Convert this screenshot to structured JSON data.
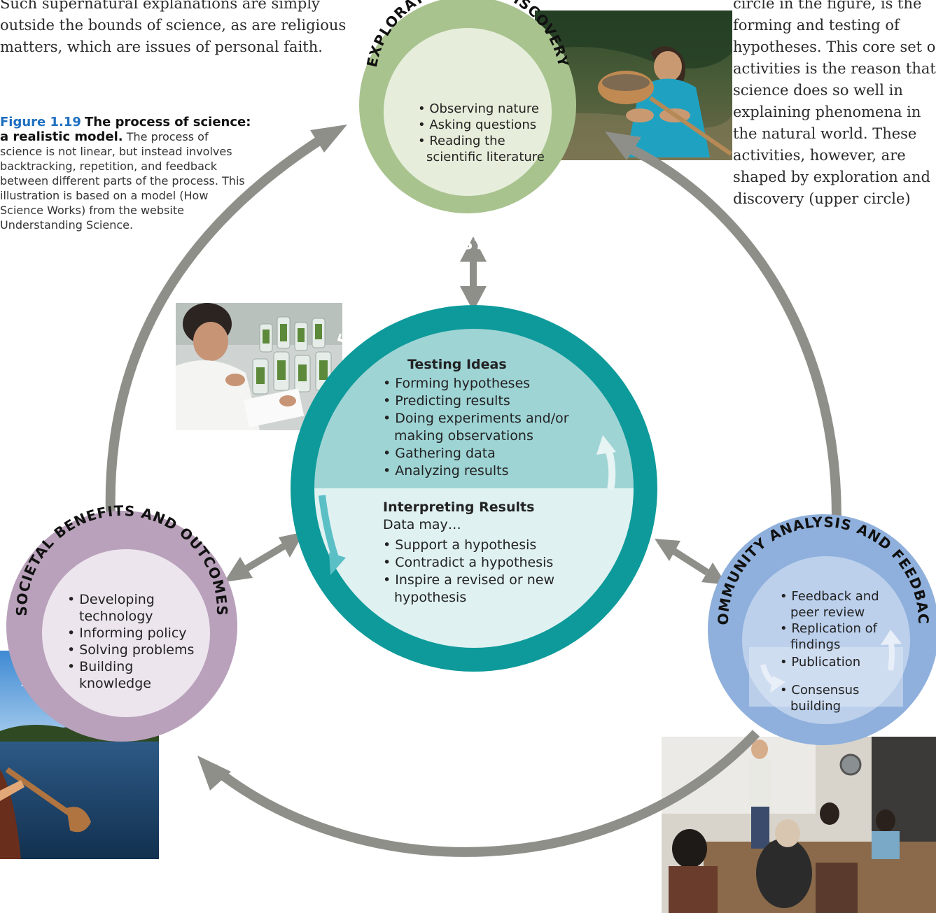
{
  "intro_text": "Such supernatural explanations are simply outside the bounds of science, as are religious matters, which are issues of personal faith.",
  "side_text": "circle in the figure, is the forming and testing of hypotheses. This core set of activities is the reason that science does so well in explaining phenomena in the natural world. These activities, however, are shaped by exploration and discovery (upper circle)",
  "caption": {
    "label": "Figure 1.19",
    "title": "The process of science: a realistic model.",
    "text": "The process of science is not linear, but instead involves backtracking, repetition, and feedback between different parts of the process. This illustration is based on a model (How Science Works) from the website Understanding Science."
  },
  "circles": {
    "exploration": {
      "title": "EXPLORATION AND DISCOVERY",
      "items": [
        "• Observing nature",
        "• Asking questions",
        "• Reading the",
        "scientific literature"
      ],
      "colors": {
        "ring": "#a9c38f",
        "inner": "#e6eedb"
      }
    },
    "testing": {
      "title": "FORMING AND TESTING HYPOTHESES",
      "section1_heading": "Testing Ideas",
      "section1_items": [
        "• Forming hypotheses",
        "• Predicting results",
        "• Doing experiments and/or",
        "making observations",
        "• Gathering data",
        "• Analyzing results"
      ],
      "section2_heading": "Interpreting Results",
      "section2_sub": "Data may…",
      "section2_items": [
        "• Support a hypothesis",
        "• Contradict a hypothesis",
        "• Inspire a revised or new",
        "hypothesis"
      ],
      "colors": {
        "ring": "#0e9a9a",
        "upper": "#9fd4d5",
        "lower": "#e0f1f1"
      }
    },
    "societal": {
      "title": "SOCIETAL BENEFITS AND OUTCOMES",
      "items": [
        "• Developing",
        "technology",
        "• Informing policy",
        "• Solving problems",
        "• Building",
        "knowledge"
      ],
      "colors": {
        "ring": "#b9a1bb",
        "inner": "#ede5ee"
      }
    },
    "community": {
      "title": "COMMUNITY ANALYSIS AND FEEDBACK",
      "items": [
        "• Feedback and",
        "peer review",
        "• Replication of",
        "findings",
        "• Publication",
        "• Consensus",
        "building"
      ],
      "colors": {
        "ring": "#8fb0dc",
        "inner": "#bcd0ec"
      }
    }
  },
  "arrow_color": "#8f8f8a"
}
